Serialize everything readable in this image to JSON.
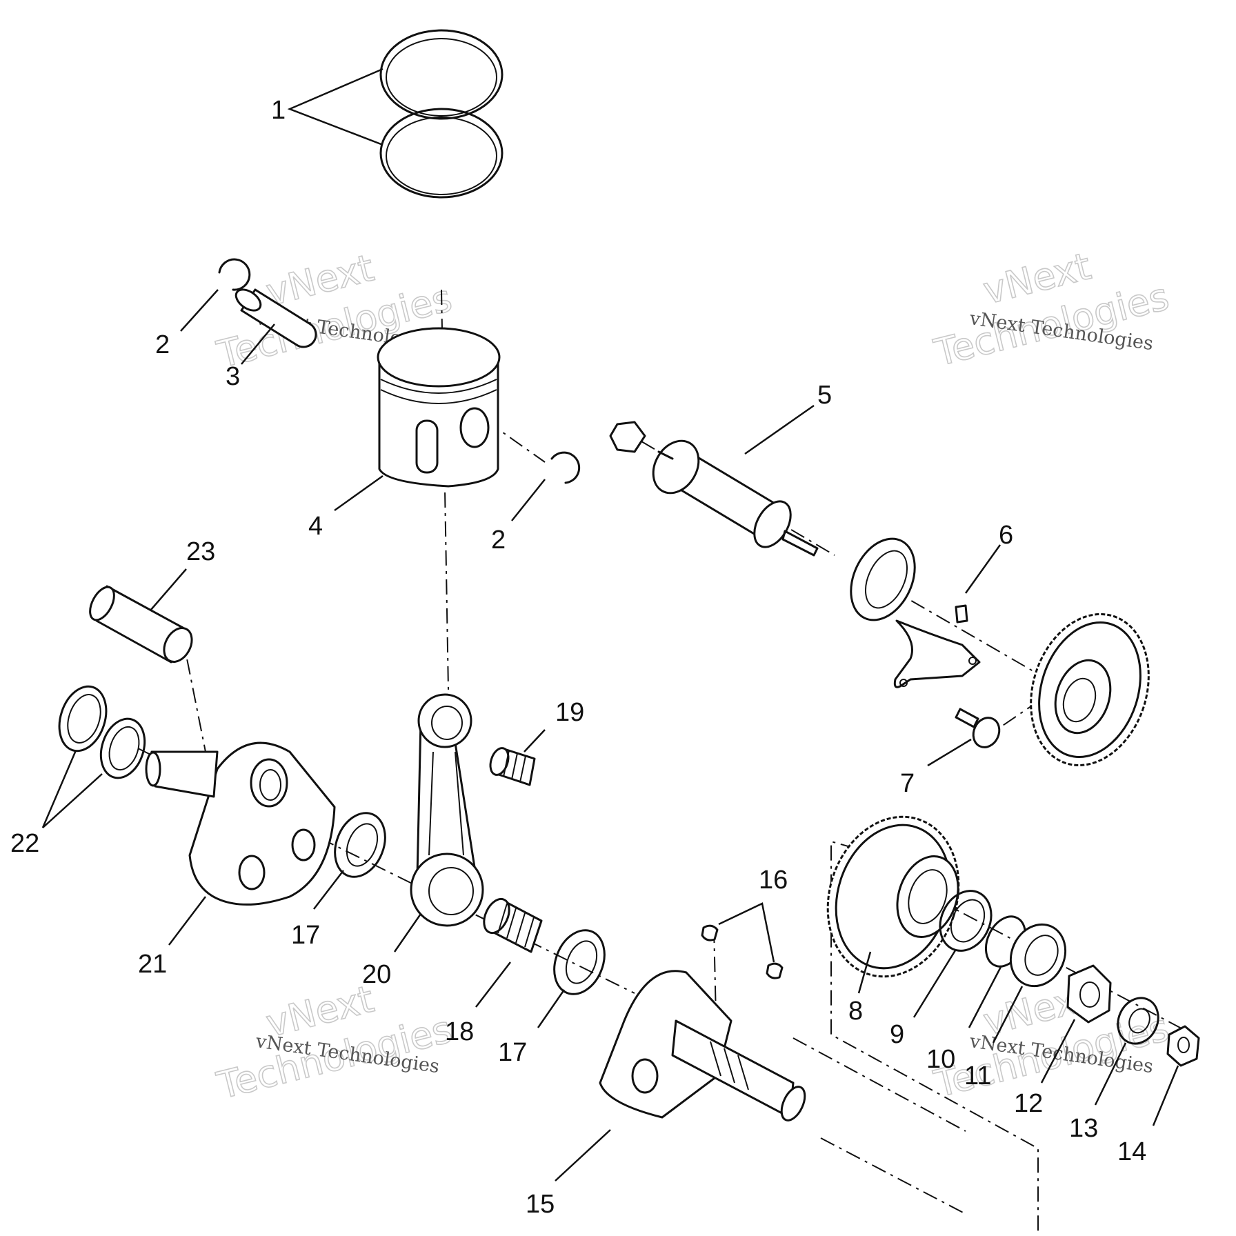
{
  "callouts": {
    "c1": "1",
    "c2a": "2",
    "c2b": "2",
    "c3": "3",
    "c4": "4",
    "c5": "5",
    "c6": "6",
    "c7": "7",
    "c8": "8",
    "c9": "9",
    "c10": "10",
    "c11": "11",
    "c12": "12",
    "c13": "13",
    "c14": "14",
    "c15": "15",
    "c16": "16",
    "c17a": "17",
    "c17b": "17",
    "c18": "18",
    "c19": "19",
    "c20": "20",
    "c21": "21",
    "c22": "22",
    "c23": "23"
  },
  "watermark": {
    "line1": "vNext",
    "line2": "Technologies",
    "caption": "vNext Technologies"
  },
  "colors": {
    "ink": "#111111",
    "watermark": "#c9c9c9",
    "background": "#ffffff"
  }
}
